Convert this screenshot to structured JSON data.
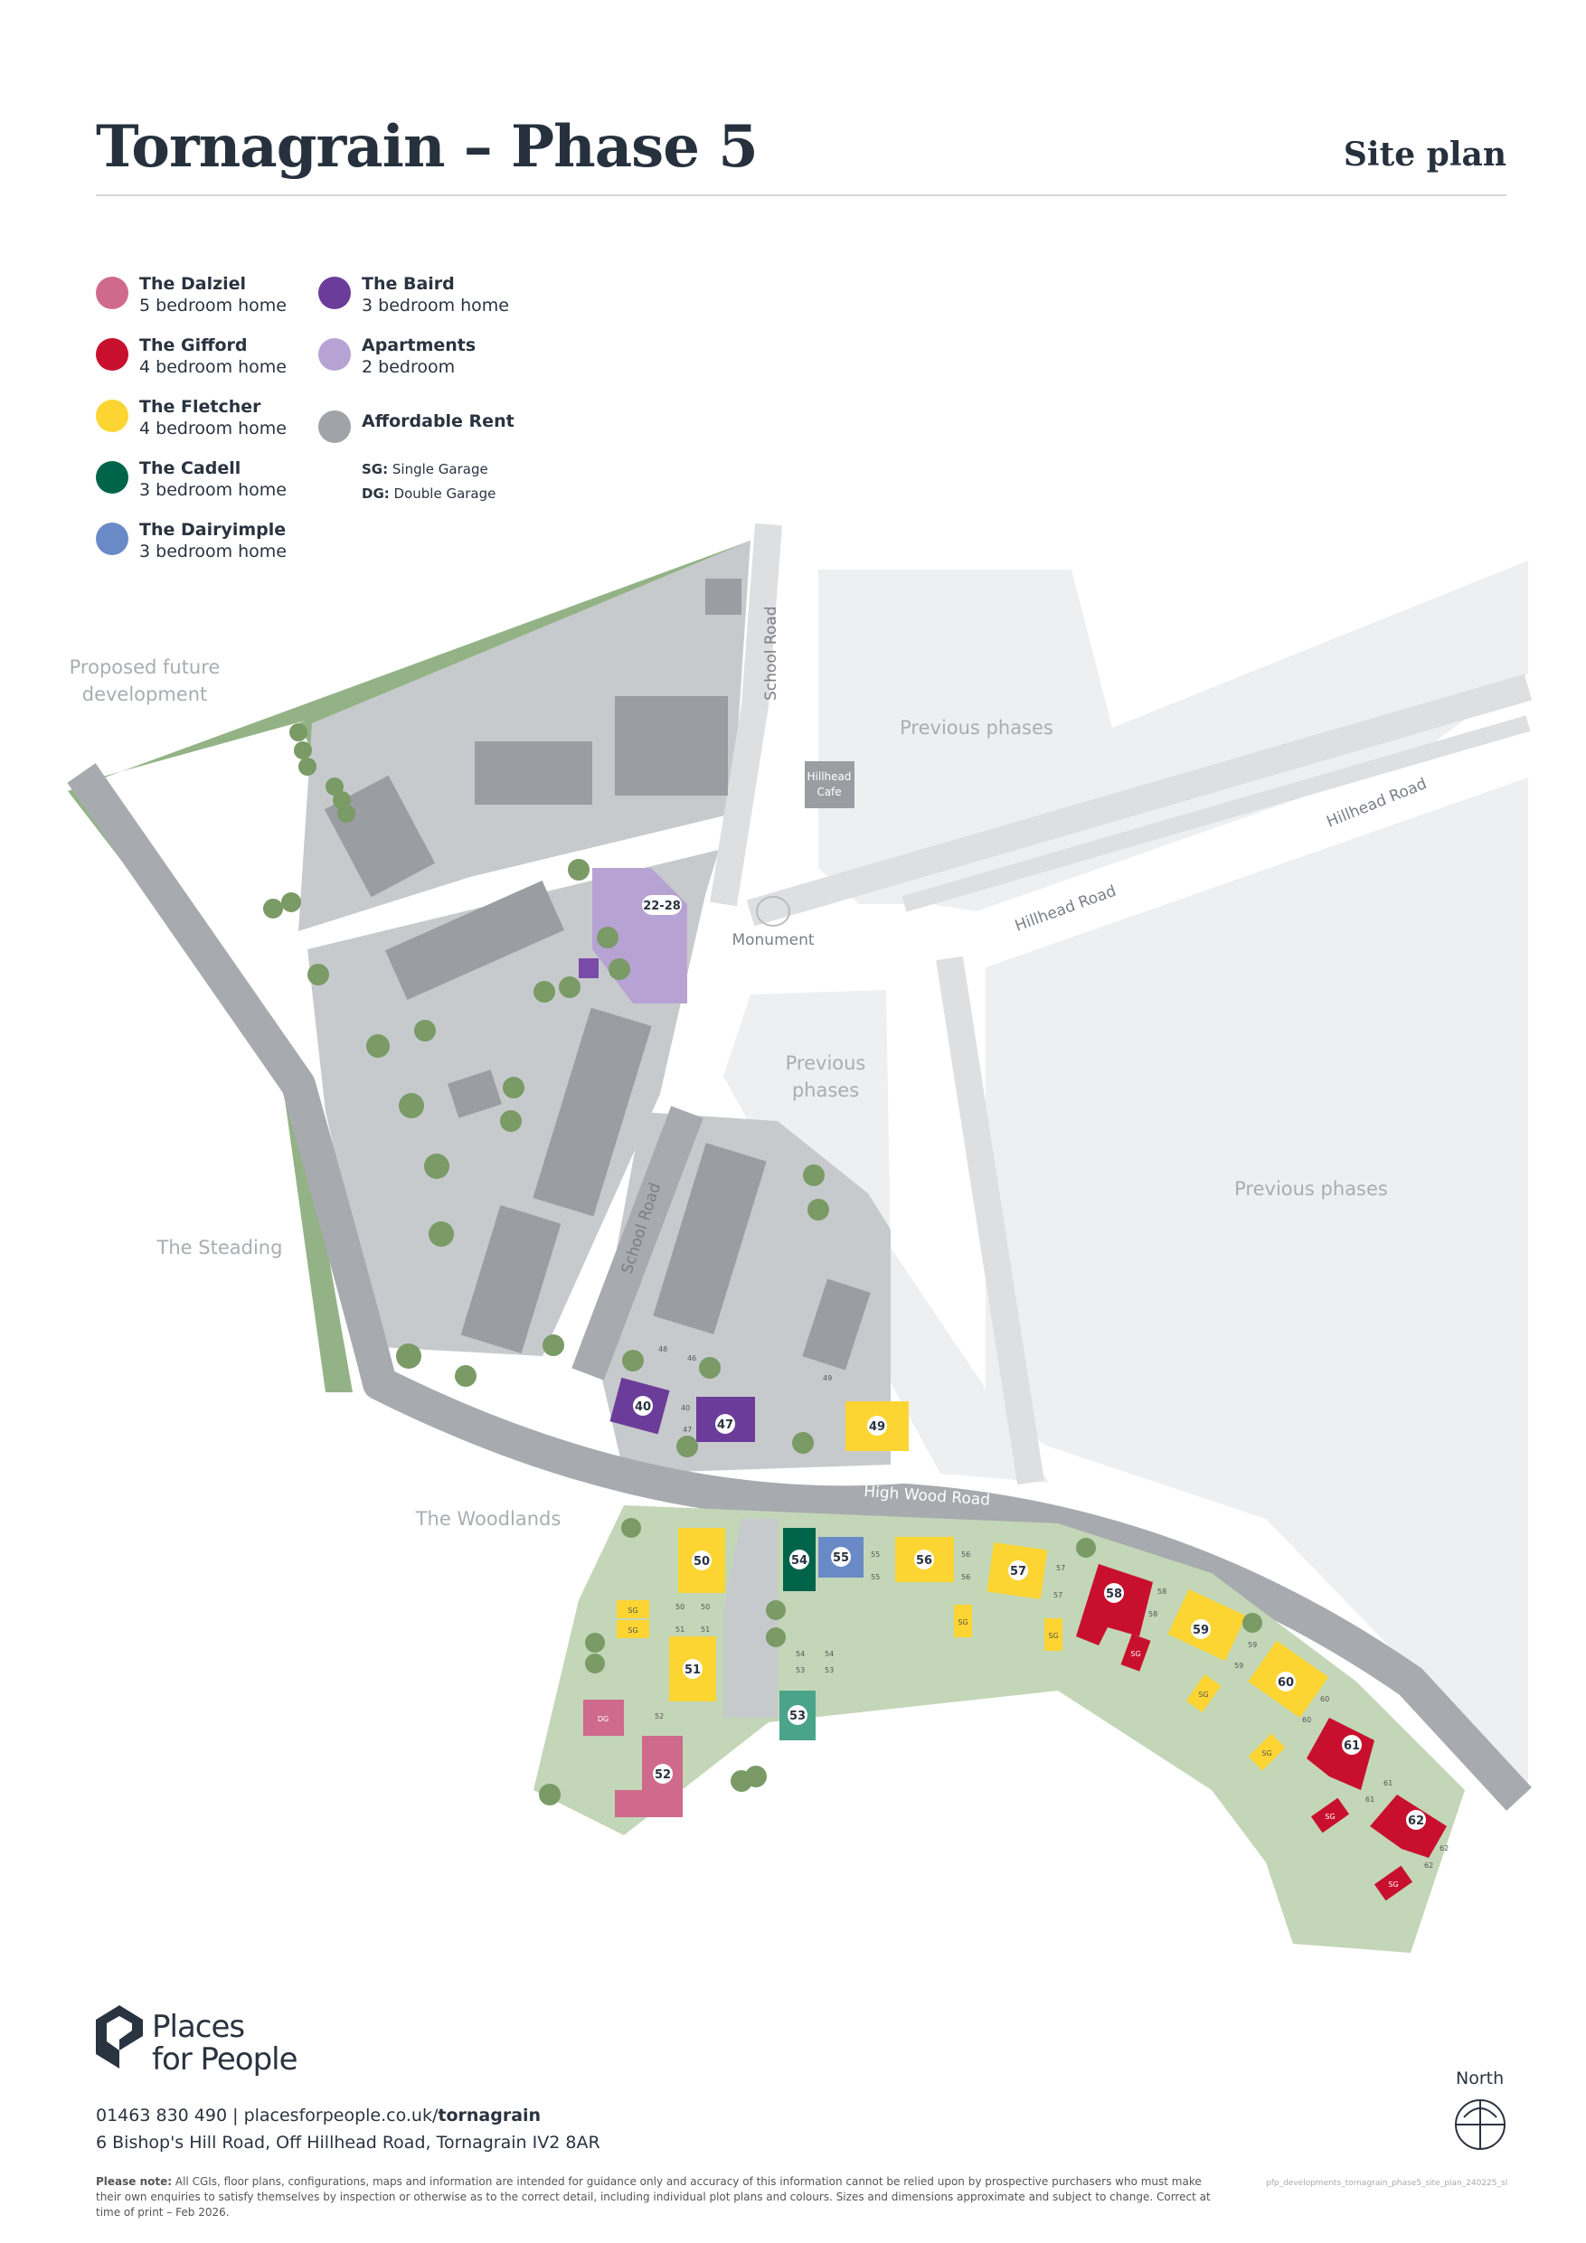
{
  "header": {
    "title": "Tornagrain – Phase 5",
    "subtitle": "Site plan"
  },
  "legend": {
    "items": [
      {
        "name": "The Dalziel",
        "desc": "5 bedroom home",
        "color": "#cf6a8c"
      },
      {
        "name": "The Gifford",
        "desc": "4 bedroom home",
        "color": "#c8102e"
      },
      {
        "name": "The Fletcher",
        "desc": "4 bedroom home",
        "color": "#fcd533"
      },
      {
        "name": "The Cadell",
        "desc": "3 bedroom home",
        "color": "#00644a"
      },
      {
        "name": "The Dairyimple",
        "desc": "3 bedroom home",
        "color": "#6a8ac7"
      },
      {
        "name": "The Baird",
        "desc": "3 bedroom home",
        "color": "#6b3c99"
      },
      {
        "name": "Apartments",
        "desc": "2 bedroom",
        "color": "#b7a3d3"
      },
      {
        "name": "Affordable Rent",
        "desc": "",
        "color": "#a0a3a8"
      }
    ],
    "garage_keys": [
      {
        "code": "SG:",
        "text": " Single Garage"
      },
      {
        "code": "DG:",
        "text": " Double Garage"
      }
    ]
  },
  "map": {
    "area_labels": {
      "proposed_line1": "Proposed future",
      "proposed_line2": "development",
      "previous_top": "Previous phases",
      "previous_mid_line1": "Previous",
      "previous_mid_line2": "phases",
      "previous_right": "Previous phases",
      "steading": "The Steading",
      "woodlands": "The Woodlands",
      "monument": "Monument"
    },
    "road_labels": {
      "school_road_top": "School Road",
      "school_road_mid": "School Road",
      "hillhead_road_1": "Hillhead Road",
      "hillhead_road_2": "Hillhead Road",
      "high_wood_road": "High Wood Road"
    },
    "cafe_line1": "Hillhead",
    "cafe_line2": "Cafe",
    "plots": {
      "p2228": "22-28",
      "p40": "40",
      "p47": "47",
      "p49": "49",
      "p50": "50",
      "p51": "51",
      "p52": "52",
      "p53": "53",
      "p54": "54",
      "p55": "55",
      "p56": "56",
      "p57": "57",
      "p58": "58",
      "p59": "59",
      "p60": "60",
      "p61": "61",
      "p62": "62"
    },
    "garages": {
      "sg": "SG",
      "dg": "DG"
    },
    "parking": {
      "p48": "48",
      "p46": "46",
      "p40": "40",
      "p47": "47",
      "p49": "49",
      "p50": "50",
      "p51": "51",
      "p52": "52",
      "p53": "53",
      "p54": "54",
      "p55": "55",
      "p56": "56",
      "p57": "57",
      "p58": "58",
      "p59": "59",
      "p60": "60",
      "p61": "61",
      "p62": "62"
    },
    "colors": {
      "green_space": "#93b386",
      "plot_green": "#c3d6b8",
      "road": "#a7aaae",
      "previous": "#eeeff0",
      "building": "#9a9da1",
      "tree": "#7a9a66"
    }
  },
  "footer": {
    "logo_line1": "Places",
    "logo_line2": "for People",
    "phone": "01463 830 490",
    "separator": "|",
    "url_base": "placesforpeople.co.uk/",
    "url_bold": "tornagrain",
    "address": "6 Bishop's Hill Road, Off Hillhead Road, Tornagrain IV2 8AR",
    "disclaimer_label": "Please note:",
    "disclaimer_text": " All CGIs, floor plans, configurations, maps and information are intended for guidance only and accuracy of this information cannot be relied upon by prospective purchasers who must make their own enquiries to satisfy themselves by inspection or otherwise as to the correct detail, including individual plot plans and colours. Sizes and dimensions approximate and subject to change. Correct at time of print – Feb 2026.",
    "ref": "pfp_developments_tornagrain_phase5_site_plan_240225_sl",
    "north_label": "North"
  }
}
